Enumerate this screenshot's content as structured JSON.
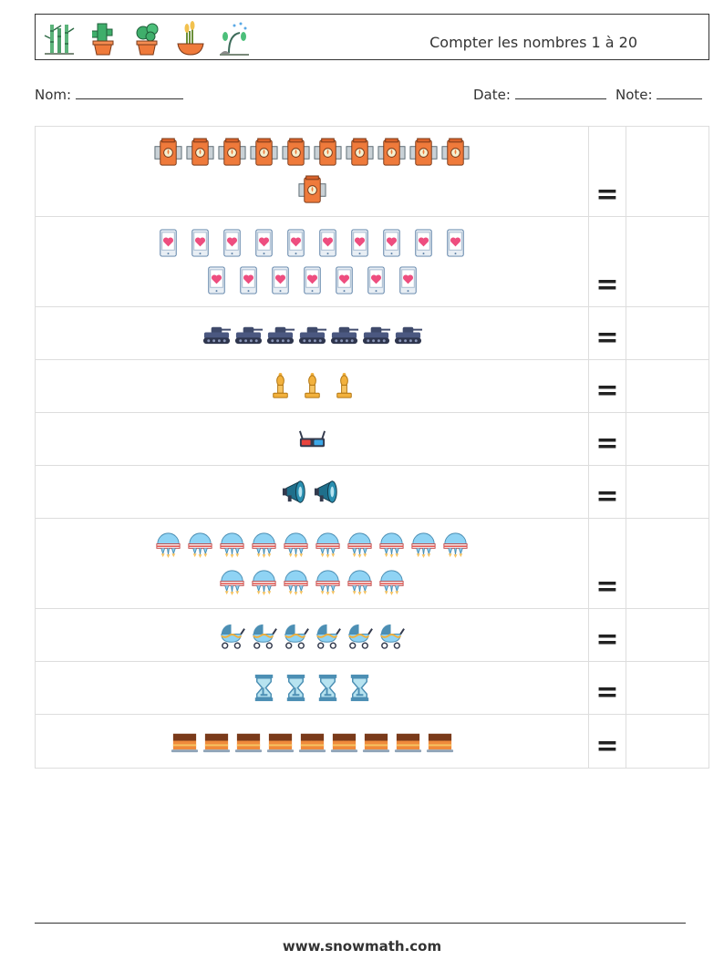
{
  "header": {
    "title": "Compter les nombres 1 à 20",
    "icons": [
      "bamboo-icon",
      "cactus-icon",
      "cactus-pot-icon",
      "wheat-pot-icon",
      "watering-plant-icon"
    ]
  },
  "info": {
    "name_label": "Nom:",
    "date_label": "Date:",
    "note_label": "Note:"
  },
  "equals_sign": "=",
  "rows": [
    {
      "icon": "fuel-can-icon",
      "count": 11,
      "per_line": 10,
      "line_counts": [
        10,
        1
      ]
    },
    {
      "icon": "phone-heart-icon",
      "count": 17,
      "per_line": 10,
      "line_counts": [
        10,
        7
      ]
    },
    {
      "icon": "tank-icon",
      "count": 7,
      "line_counts": [
        7
      ]
    },
    {
      "icon": "chess-bishop-icon",
      "count": 3,
      "line_counts": [
        3
      ]
    },
    {
      "icon": "3d-glasses-icon",
      "count": 1,
      "line_counts": [
        1
      ]
    },
    {
      "icon": "megaphone-icon",
      "count": 2,
      "line_counts": [
        2
      ]
    },
    {
      "icon": "jellyfish-ufo-icon",
      "count": 16,
      "line_counts": [
        10,
        6
      ]
    },
    {
      "icon": "baby-stroller-icon",
      "count": 6,
      "line_counts": [
        6
      ]
    },
    {
      "icon": "hourglass-icon",
      "count": 4,
      "line_counts": [
        4
      ]
    },
    {
      "icon": "cake-icon",
      "count": 9,
      "line_counts": [
        9
      ]
    }
  ],
  "footer": {
    "website": "www.snowmath.com"
  }
}
